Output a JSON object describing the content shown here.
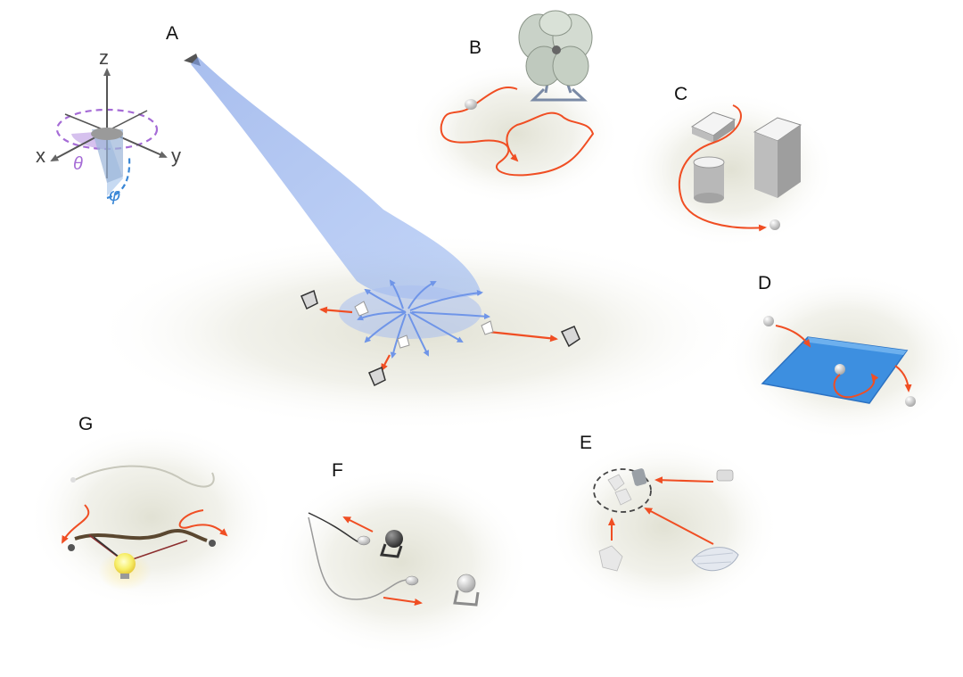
{
  "panels": {
    "a": "A",
    "b": "B",
    "c": "C",
    "d": "D",
    "e": "E",
    "f": "F",
    "g": "G"
  },
  "axes": {
    "z": "z",
    "x": "x",
    "y": "y",
    "theta": "θ",
    "phi": "φ"
  },
  "colors": {
    "trajectory": "#f04e23",
    "airflow": "#6f95e8",
    "water": "#3d8fe0",
    "theta_arc": "#a56bd6",
    "phi_arc": "#3a87d6",
    "lamp": "#f7ef6a"
  }
}
